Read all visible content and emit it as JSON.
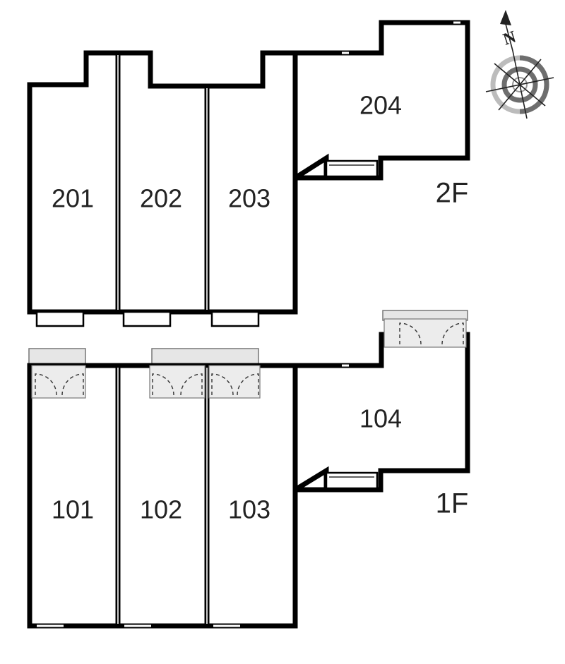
{
  "floors": [
    {
      "label": "2F",
      "rooms": [
        "201",
        "202",
        "203",
        "204"
      ]
    },
    {
      "label": "1F",
      "rooms": [
        "101",
        "102",
        "103",
        "104"
      ]
    }
  ],
  "compass": {
    "label": "N"
  }
}
